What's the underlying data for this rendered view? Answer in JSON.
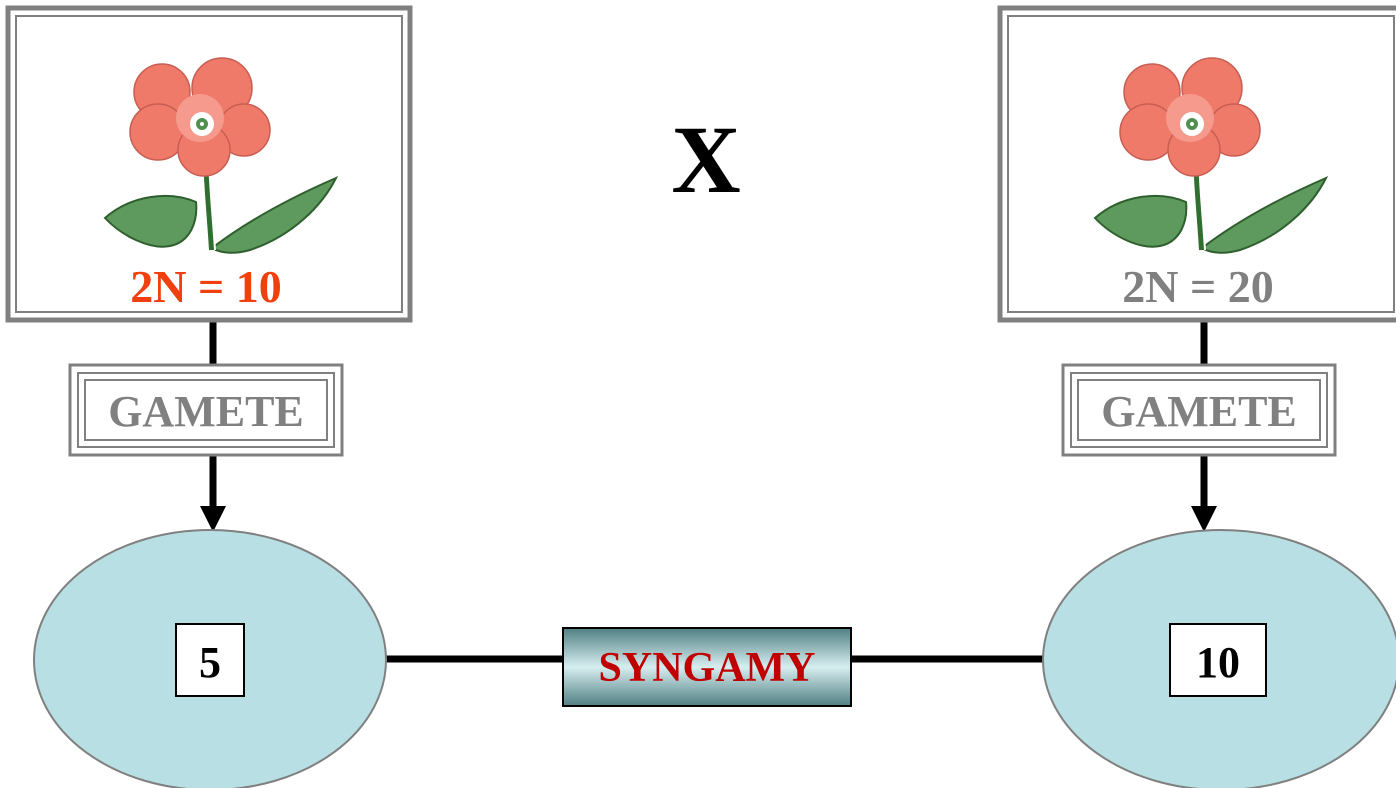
{
  "cross_symbol": "X",
  "colors": {
    "left_parent_label": "#f04010",
    "right_parent_label": "#808080",
    "gamete_label": "#808080",
    "syngamy_label": "#c00000",
    "gamete_cell_fill": "#b8dfe3",
    "flower_petal": "#f07a6a",
    "leaf": "#5e9a5e"
  },
  "left_parent": {
    "icon": "flower-icon",
    "label": "2N = 10",
    "gamete_label": "GAMETE",
    "gamete_chromosomes": "5"
  },
  "right_parent": {
    "icon": "flower-icon",
    "label": "2N = 20",
    "gamete_label": "GAMETE",
    "gamete_chromosomes": "10"
  },
  "fusion": {
    "label": "SYNGAMY"
  }
}
